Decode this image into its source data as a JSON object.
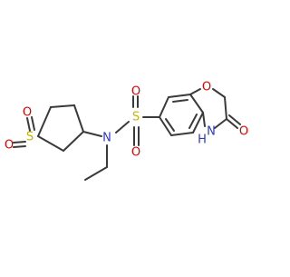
{
  "molecule": {
    "atom_labels": {
      "sulfone_s": "S",
      "sulfone_o1": "O",
      "sulfone_o2": "O",
      "sulfonamide_s": "S",
      "sulfonamide_o1": "O",
      "sulfonamide_o2": "O",
      "amine_n": "N",
      "ring_o": "O",
      "lactam_n": "N",
      "lactam_h": "H",
      "carbonyl_o": "O"
    },
    "colors": {
      "bond": "#3a3a3a",
      "sulfur": "#c8b400",
      "oxygen": "#e00000",
      "nitrogen": "#2a38d0"
    }
  }
}
